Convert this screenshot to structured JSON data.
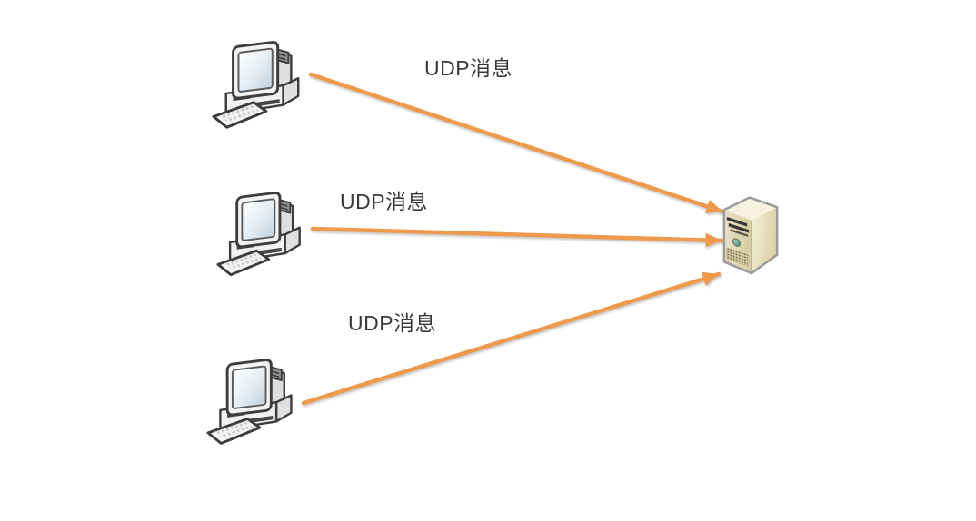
{
  "diagram": {
    "background_color": "#ffffff",
    "arrow_color": "#ee9a4d",
    "text_color": "#3a3a3a",
    "clients": [
      {
        "id": "client-1",
        "icon": "desktop-computer-icon",
        "message_label": "UDP消息"
      },
      {
        "id": "client-2",
        "icon": "desktop-computer-icon",
        "message_label": "UDP消息"
      },
      {
        "id": "client-3",
        "icon": "desktop-computer-icon",
        "message_label": "UDP消息"
      }
    ],
    "server": {
      "id": "server",
      "icon": "server-tower-icon"
    }
  }
}
